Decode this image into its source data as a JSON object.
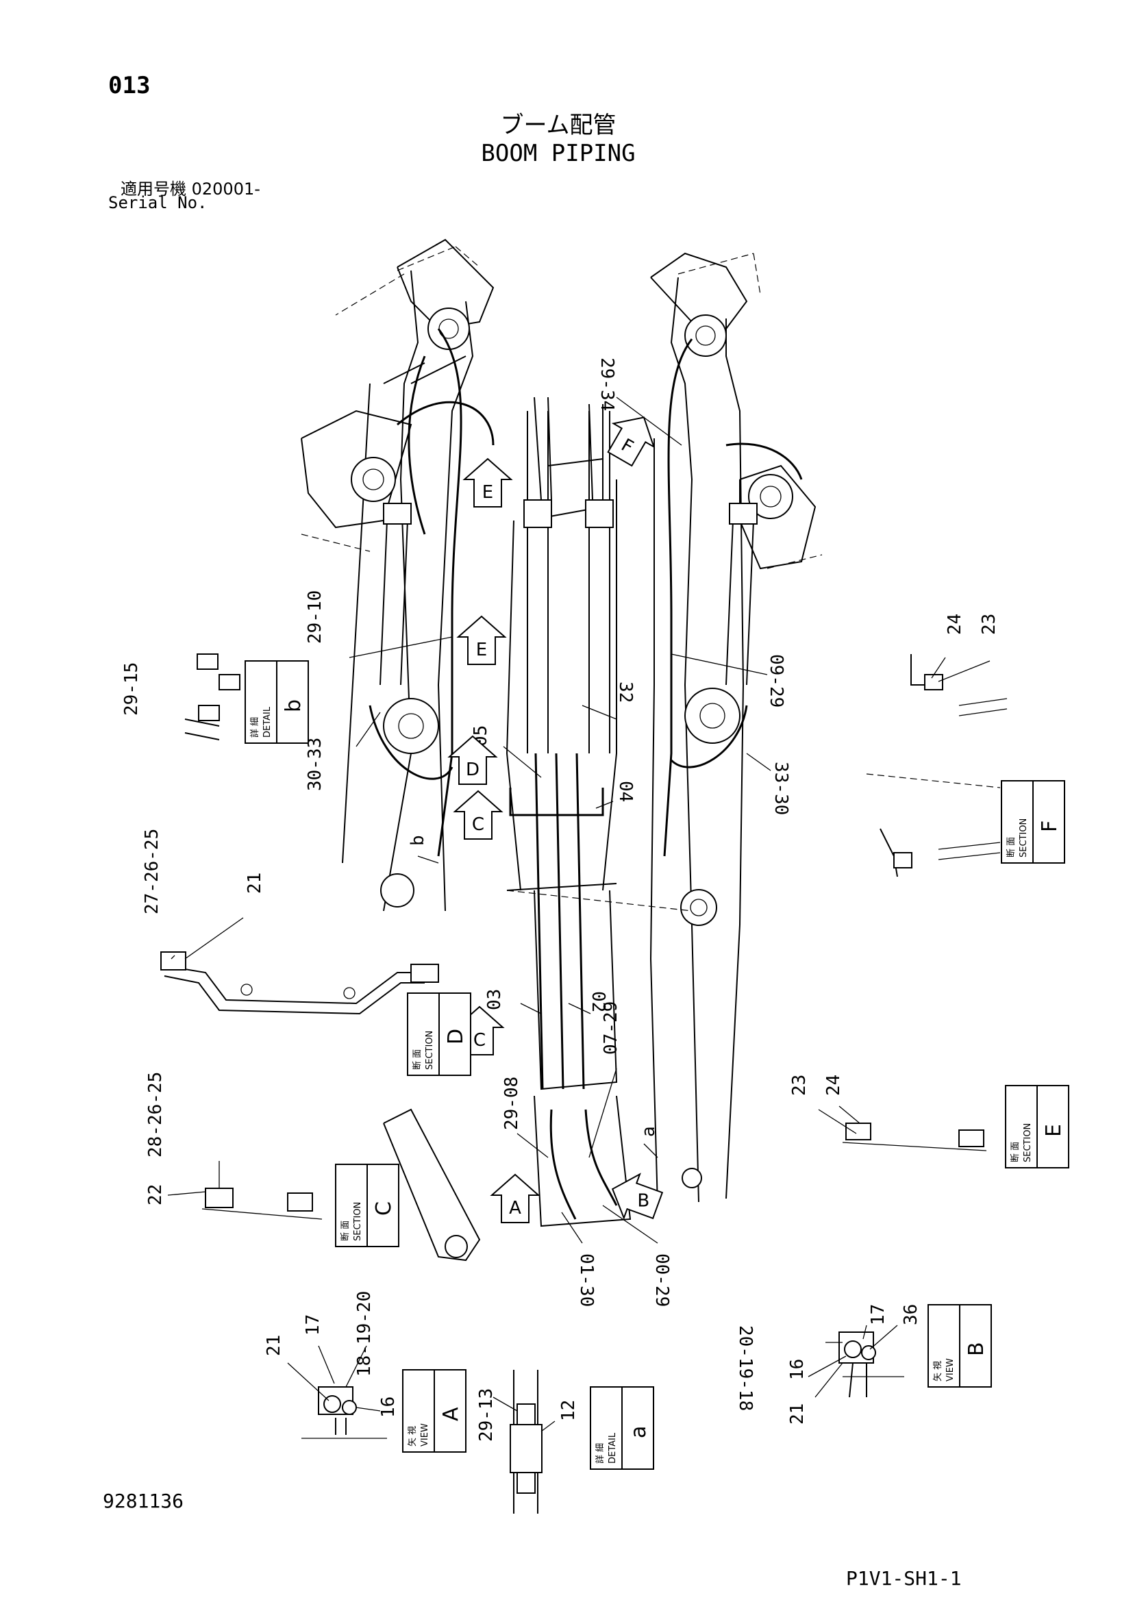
{
  "header": {
    "page_number": "013",
    "title_jp": "ブーム配管",
    "title_en": "BOOM PIPING",
    "serial_jp": "適用号機  020001-",
    "serial_en": "Serial No."
  },
  "footer": {
    "doc_number": "9281136",
    "sheet_id": "P1V1-SH1-1"
  },
  "callouts": {
    "c_29_34": "29-34",
    "c_29_10": "29-10",
    "c_09_29": "09-29",
    "c_29_15": "29-15",
    "c_30_33": "30-33",
    "c_33_30": "33-30",
    "c_05": "05",
    "c_04": "04",
    "c_32": "32",
    "c_24_top": "24",
    "c_23_top": "23",
    "c_b_small": "b",
    "c_27_26_25": "27-26-25",
    "c_21_mid": "21",
    "c_03": "03",
    "c_02": "02",
    "c_07_29": "07-29",
    "c_23_e": "23",
    "c_24_e": "24",
    "c_29_08": "29-08",
    "c_a_small": "a",
    "c_28_26_25": "28-26-25",
    "c_22": "22",
    "c_01_30": "01-30",
    "c_00_29": "00-29",
    "c_21_a": "21",
    "c_17_a": "17",
    "c_18_19_20_a": "18-19-20",
    "c_16_a": "16",
    "c_29_13": "29-13",
    "c_12": "12",
    "c_20_19_18_b": "20-19-18",
    "c_17_b": "17",
    "c_36": "36",
    "c_16_b": "16",
    "c_21_b": "21"
  },
  "boxes": {
    "detail_b": {
      "jp": "詳 細",
      "en": "DETAIL",
      "letter": "b"
    },
    "section_f": {
      "jp": "断 面",
      "en": "SECTION",
      "letter": "F"
    },
    "section_d": {
      "jp": "断 面",
      "en": "SECTION",
      "letter": "D"
    },
    "section_e": {
      "jp": "断 面",
      "en": "SECTION",
      "letter": "E"
    },
    "section_c": {
      "jp": "断 面",
      "en": "SECTION",
      "letter": "C"
    },
    "view_a": {
      "jp": "矢 視",
      "en": "VIEW",
      "letter": "A"
    },
    "detail_a": {
      "jp": "詳 細",
      "en": "DETAIL",
      "letter": "a"
    },
    "view_b": {
      "jp": "矢 視",
      "en": "VIEW",
      "letter": "B"
    }
  },
  "arrows": {
    "arrow_e_top": "E",
    "arrow_f": "F",
    "arrow_e_mid": "E",
    "arrow_d": "D",
    "arrow_c_top": "C",
    "arrow_c_low": "C",
    "arrow_a": "A",
    "arrow_b": "B"
  }
}
